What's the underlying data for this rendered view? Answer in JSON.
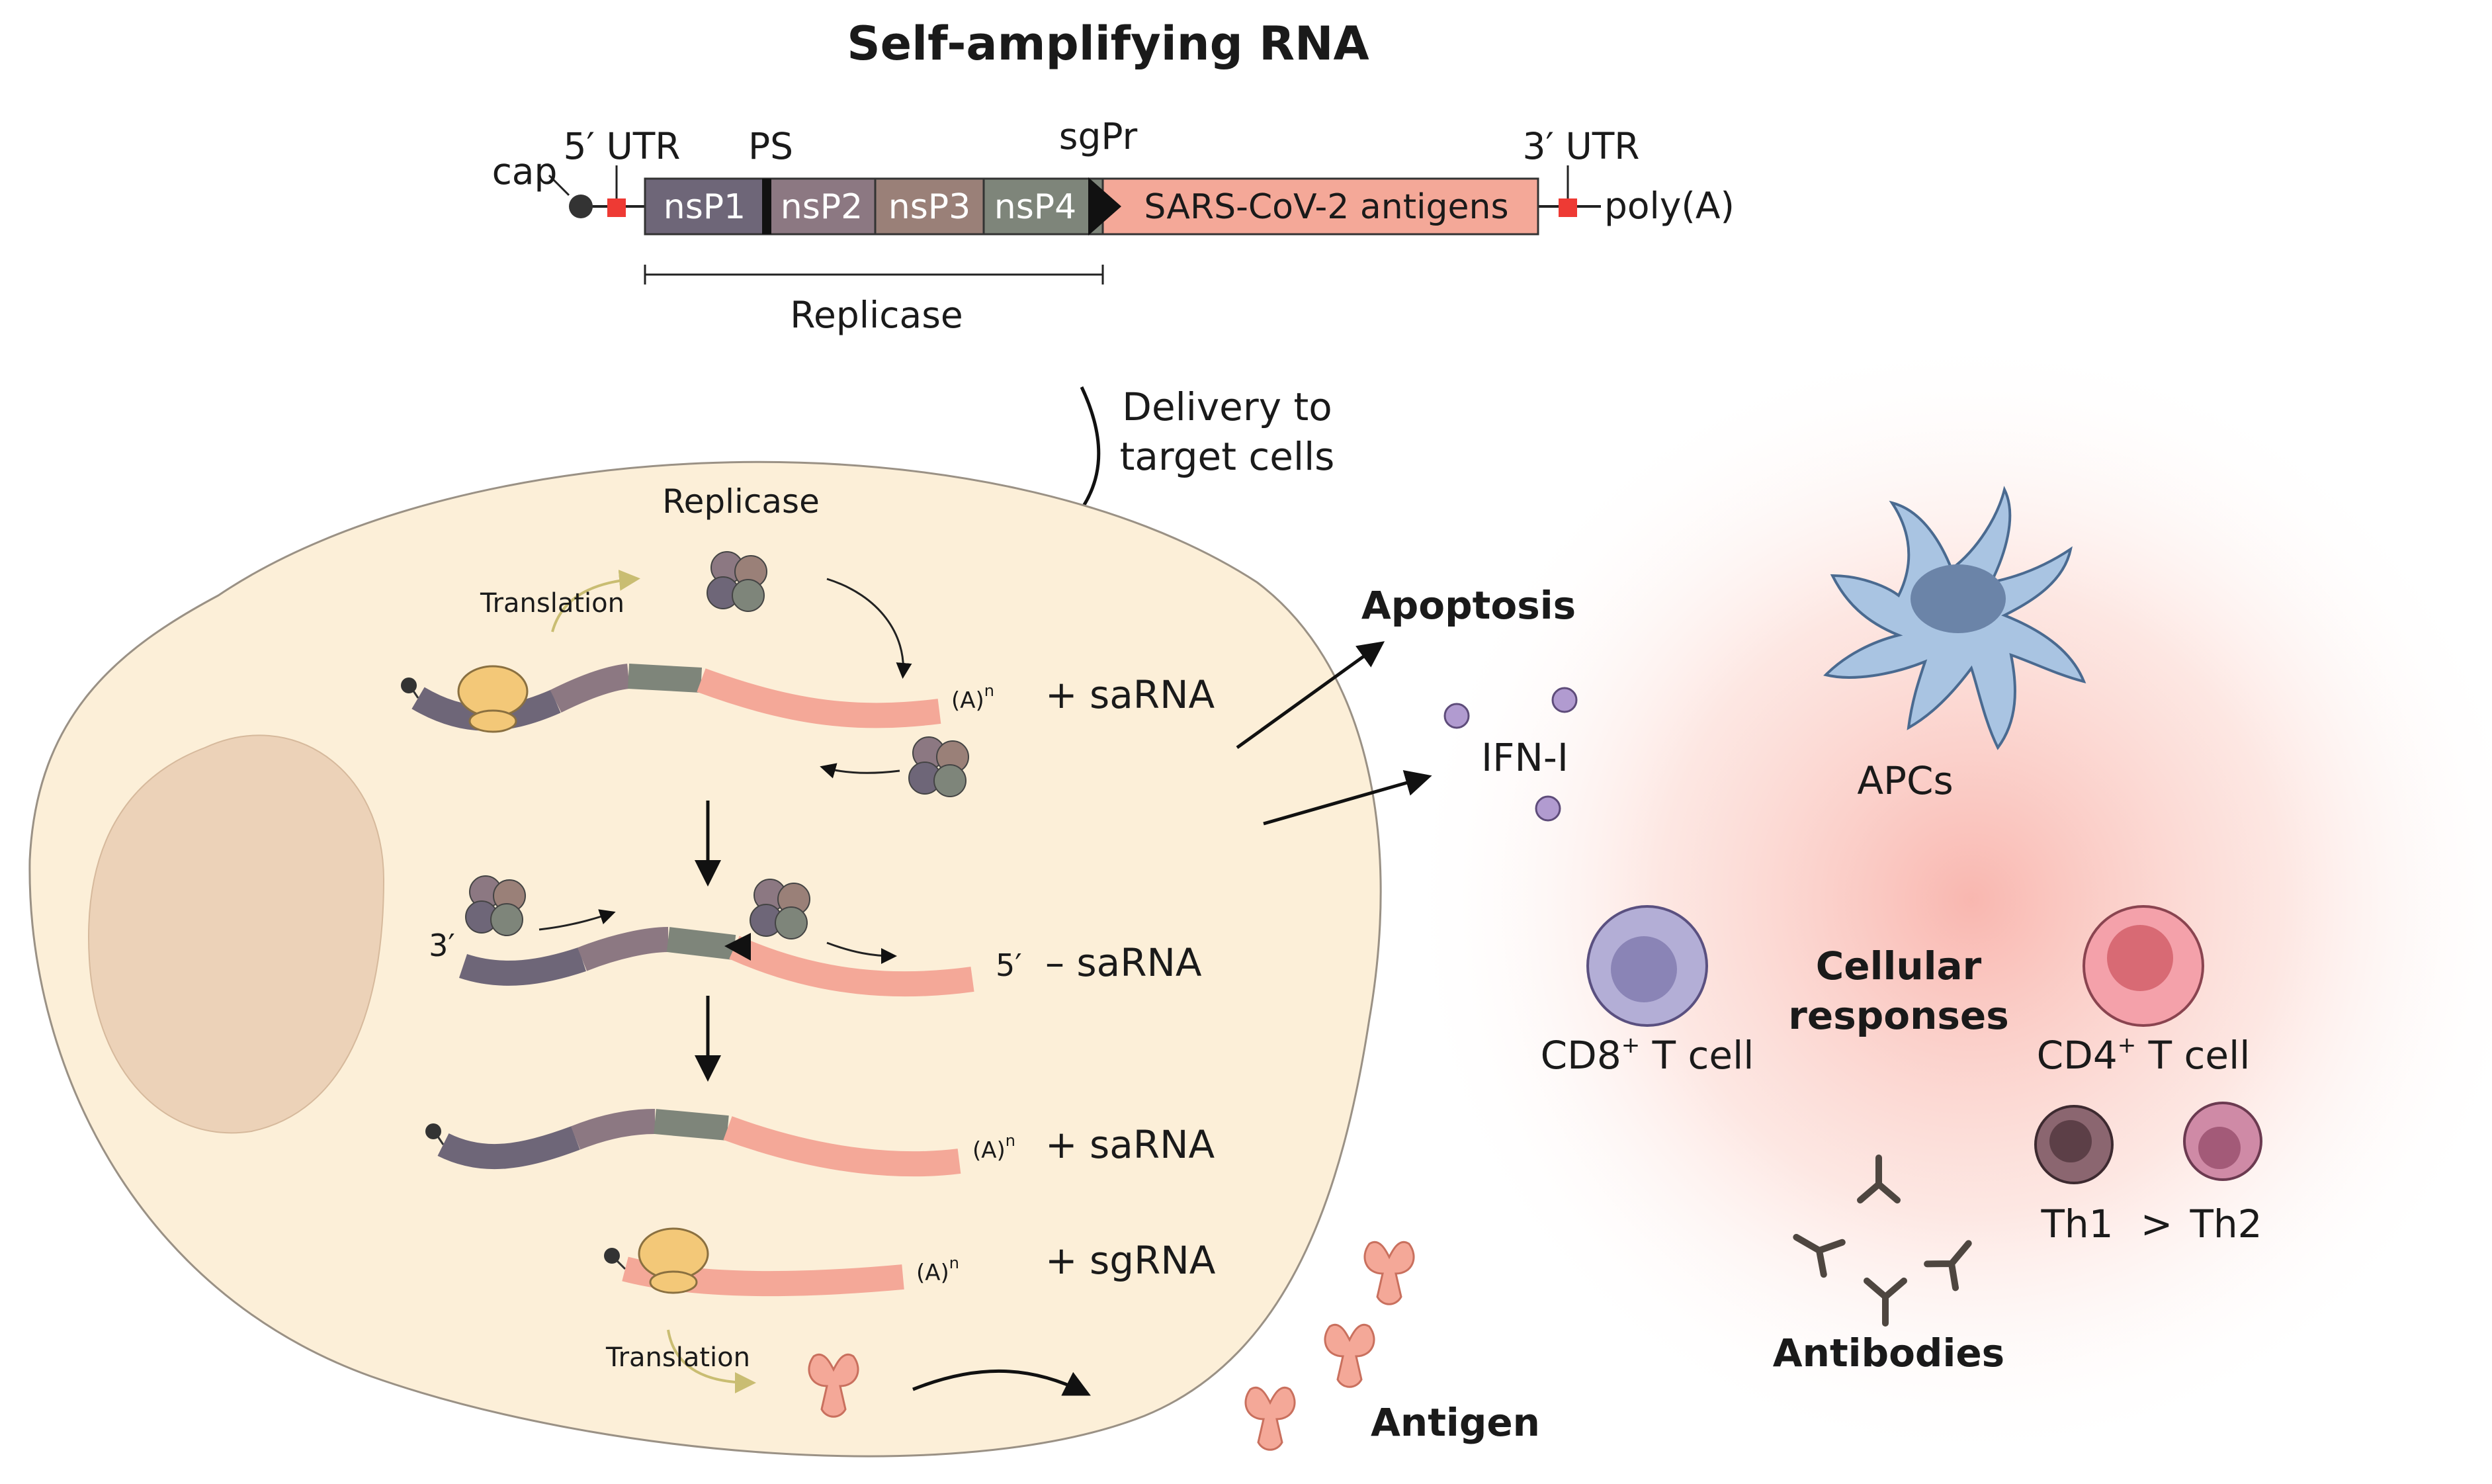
{
  "title": "Self-amplifying RNA",
  "construct": {
    "cap": "cap",
    "utr5": "5′ UTR",
    "ps": "PS",
    "sgpr": "sgPr",
    "utr3": "3′ UTR",
    "polya": "poly(A)",
    "segments": [
      "nsP1",
      "nsP2",
      "nsP3",
      "nsP4"
    ],
    "antigen_segment": "SARS-CoV-2 antigens",
    "replicase": "Replicase"
  },
  "delivery": {
    "line1": "Delivery to",
    "line2": "target cells"
  },
  "cell": {
    "replicase_label": "Replicase",
    "translation_1": "Translation",
    "translation_2": "Translation",
    "plus_sarna_1": "+ saRNA",
    "minus_sarna": "– saRNA",
    "plus_sarna_2": "+ saRNA",
    "plus_sgrna": "+ sgRNA",
    "three_prime": "3′",
    "five_prime": "5′",
    "polya_tail": "(A)",
    "polya_n": "n"
  },
  "outcomes": {
    "apoptosis": "Apoptosis",
    "ifn": "IFN-I",
    "antigen": "Antigen"
  },
  "immune": {
    "apcs": "APCs",
    "cd8": "CD8",
    "cd4": "CD4",
    "plus_sup": "+",
    "t_cell": " T cell",
    "cellular_1": "Cellular",
    "cellular_2": "responses",
    "th1": "Th1",
    "gt": ">",
    "th2": "Th2",
    "antibodies": "Antibodies"
  },
  "colors": {
    "nsp1": "#6e6678",
    "nsp2": "#8c7882",
    "nsp3": "#9a8078",
    "nsp4": "#7e857a",
    "antigen": "#f4a898",
    "utr": "#ee3a34",
    "cell": "#fcefd8",
    "nucleus": "#ecd2b8",
    "ribosome": "#f3c878",
    "apc": "#a9c4e2",
    "cd8": "#b3aed6",
    "cd4": "#f4a1aa",
    "th1": "#8b6670",
    "th2": "#cf8aa6",
    "ifn": "#b19bd0",
    "antibody": "#4e4640"
  }
}
